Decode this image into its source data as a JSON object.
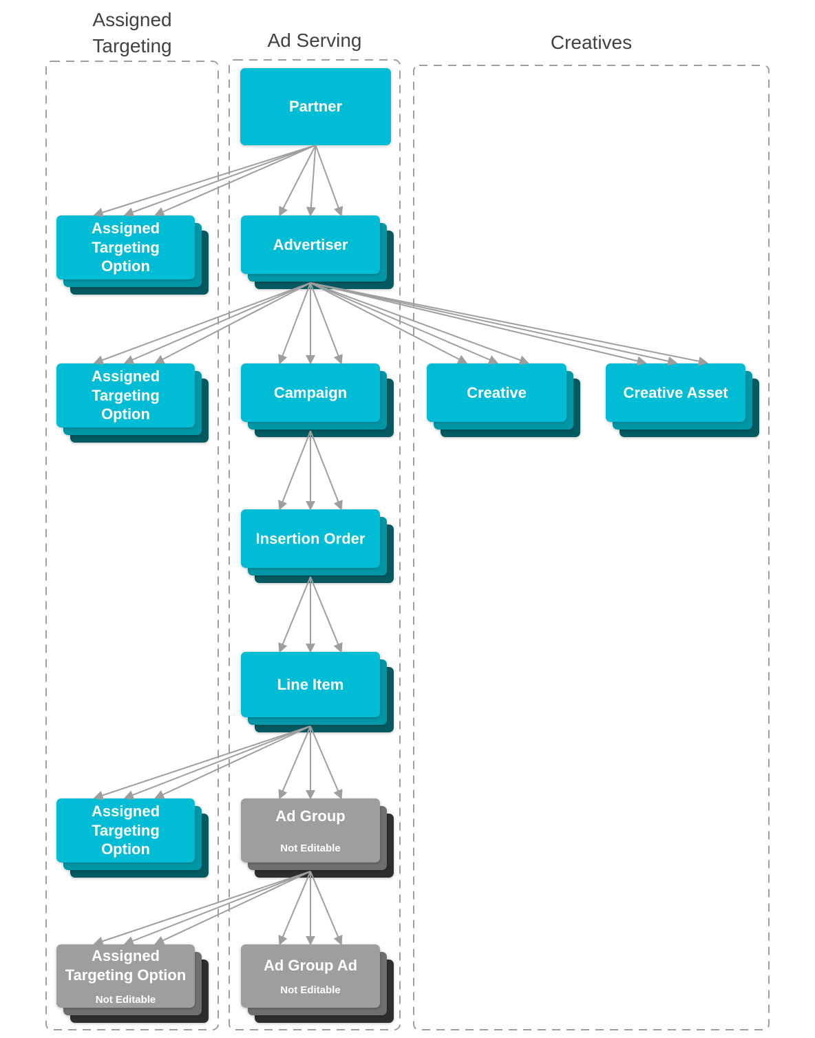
{
  "palette": {
    "teal_face": "#00bcd4",
    "teal_mid": "#0097a7",
    "teal_back": "#045a61",
    "gray_face": "#9e9e9e",
    "gray_mid": "#6f6f6f",
    "gray_back": "#2e2e2e",
    "arrow": "#9e9e9e",
    "dashed_border": "#9e9e9e",
    "heading_text": "#3f4245",
    "node_text": "#ffffff",
    "background": "#ffffff"
  },
  "columns": [
    {
      "id": "assigned-targeting",
      "label": "Assigned\nTargeting"
    },
    {
      "id": "ad-serving",
      "label": "Ad Serving"
    },
    {
      "id": "creatives",
      "label": "Creatives"
    }
  ],
  "nodes": {
    "partner": {
      "label": "Partner",
      "column": "ad-serving",
      "editable": true,
      "stacked": false
    },
    "advertiser": {
      "label": "Advertiser",
      "column": "ad-serving",
      "editable": true,
      "stacked": true
    },
    "campaign": {
      "label": "Campaign",
      "column": "ad-serving",
      "editable": true,
      "stacked": true
    },
    "insertion_order": {
      "label": "Insertion Order",
      "column": "ad-serving",
      "editable": true,
      "stacked": true
    },
    "line_item": {
      "label": "Line Item",
      "column": "ad-serving",
      "editable": true,
      "stacked": true
    },
    "ad_group": {
      "label": "Ad Group",
      "sublabel": "Not Editable",
      "column": "ad-serving",
      "editable": false,
      "stacked": true
    },
    "ad_group_ad": {
      "label": "Ad Group Ad",
      "sublabel": "Not Editable",
      "column": "ad-serving",
      "editable": false,
      "stacked": true
    },
    "ato1": {
      "label": "Assigned\nTargeting\nOption",
      "column": "assigned-targeting",
      "editable": true,
      "stacked": true
    },
    "ato2": {
      "label": "Assigned\nTargeting\nOption",
      "column": "assigned-targeting",
      "editable": true,
      "stacked": true
    },
    "ato3": {
      "label": "Assigned\nTargeting\nOption",
      "column": "assigned-targeting",
      "editable": true,
      "stacked": true
    },
    "ato_ne": {
      "label": "Assigned\nTargeting Option",
      "sublabel": "Not Editable",
      "column": "assigned-targeting",
      "editable": false,
      "stacked": true
    },
    "creative": {
      "label": "Creative",
      "column": "creatives",
      "editable": true,
      "stacked": true
    },
    "creative_asset": {
      "label": "Creative Asset",
      "column": "creatives",
      "editable": true,
      "stacked": true
    }
  },
  "edges": [
    {
      "from": "partner",
      "to": "ato1"
    },
    {
      "from": "partner",
      "to": "advertiser"
    },
    {
      "from": "advertiser",
      "to": "ato2"
    },
    {
      "from": "advertiser",
      "to": "campaign"
    },
    {
      "from": "advertiser",
      "to": "creative"
    },
    {
      "from": "advertiser",
      "to": "creative_asset"
    },
    {
      "from": "campaign",
      "to": "insertion_order"
    },
    {
      "from": "insertion_order",
      "to": "line_item"
    },
    {
      "from": "line_item",
      "to": "ato3"
    },
    {
      "from": "line_item",
      "to": "ad_group"
    },
    {
      "from": "ad_group",
      "to": "ato_ne"
    },
    {
      "from": "ad_group",
      "to": "ad_group_ad"
    }
  ],
  "edge_style": {
    "arrows_per_edge": 3,
    "landing_fractions": [
      0.28,
      0.5,
      0.72
    ]
  }
}
